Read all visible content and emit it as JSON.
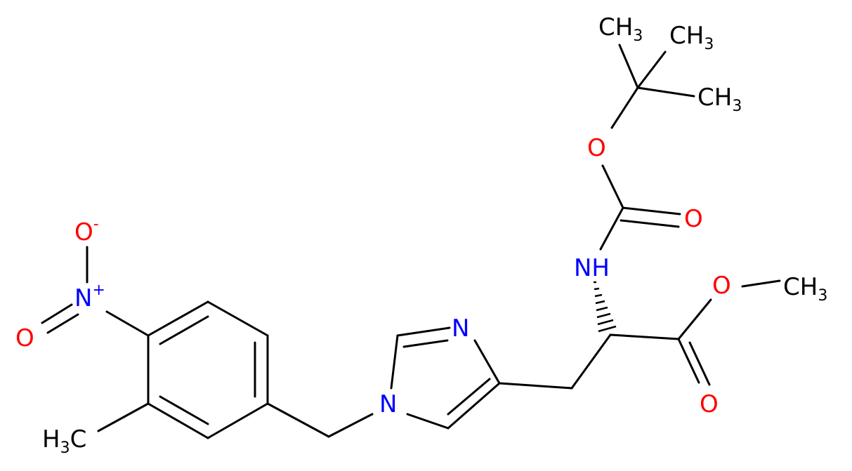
{
  "colors": {
    "bond": "#000000",
    "oxygen": "#ff0000",
    "nitrogen": "#0000ff",
    "carbon": "#000000"
  },
  "atoms": {
    "ch3_top_left": {
      "main": "CH",
      "sub": "3"
    },
    "ch3_top_right": {
      "main": "CH",
      "sub": "3"
    },
    "ch3_right": {
      "main": "CH",
      "sub": "3"
    },
    "o_boc": {
      "main": "O"
    },
    "o_carbonyl_boc": {
      "main": "O"
    },
    "nh": {
      "main": "NH"
    },
    "o_ester": {
      "main": "O"
    },
    "ch3_ester": {
      "main": "CH",
      "sub": "3"
    },
    "o_carbonyl_ester": {
      "main": "O"
    },
    "n_imidazole_top": {
      "main": "N"
    },
    "n_imidazole_bottom": {
      "main": "N"
    },
    "n_nitro": {
      "main": "N",
      "sup": "+"
    },
    "o_nitro_minus": {
      "main": "O",
      "sup": "-"
    },
    "o_nitro": {
      "main": "O"
    },
    "ch3_aryl": {
      "pre": "H",
      "sub": "3",
      "main": "C"
    }
  }
}
